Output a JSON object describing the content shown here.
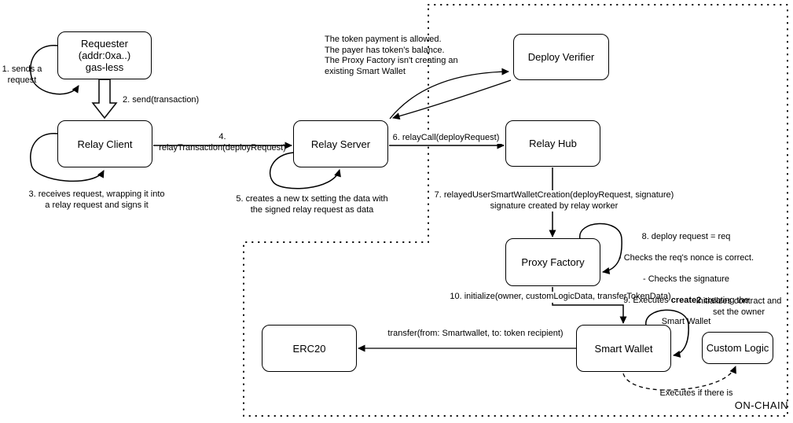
{
  "canvas": {
    "background": "#ffffff",
    "stroke_color": "#000000"
  },
  "region": {
    "label": "ON-CHAIN"
  },
  "nodes": {
    "requester": {
      "label": "Requester\n(addr:0xa..)\ngas-less"
    },
    "relay_client": {
      "label": "Relay Client"
    },
    "relay_server": {
      "label": "Relay Server"
    },
    "deploy_verifier": {
      "label": "Deploy Verifier"
    },
    "relay_hub": {
      "label": "Relay Hub"
    },
    "proxy_factory": {
      "label": "Proxy Factory"
    },
    "smart_wallet": {
      "label": "Smart Wallet"
    },
    "custom_logic": {
      "label": "Custom Logic"
    },
    "erc20": {
      "label": "ERC20"
    }
  },
  "edge_labels": {
    "step1": "1. sends a\nrequest",
    "step2": "2. send(transaction)",
    "step3": "3. receives request, wrapping it into\na relay request and signs it",
    "step4": "4. relayTransaction(deployRequest)",
    "step5": "5. creates a new tx setting the data with\nthe signed relay request as data",
    "step6": "6. relayCall(deployRequest)",
    "step7": "7. relayedUserSmartWalletCreation(deployRequest, signature)\nsignature created by relay worker",
    "step10": "10. initialize(owner, customLogicData, transferTokenData)",
    "transfer": "transfer(from: Smartwallet, to: token recipient)",
    "executes_if_there_is": "Executes if there is"
  },
  "notes": {
    "verifier_checks": "The token payment is allowed.\nThe payer has token's balance.\nThe Proxy Factory isn't creating an\nexisting Smart Wallet",
    "proxy_factory_steps": {
      "line1": "8. deploy request = req",
      "line2": "- Checks the req's nonce is correct.",
      "line3": "- Checks the signature",
      "line4_pre": "9. Executes ",
      "line4_bold": "create2",
      "line4_post": " creating the",
      "line5": "Smart Wallet"
    },
    "initializes_owner": "Initializes contract and\nset the owner"
  }
}
